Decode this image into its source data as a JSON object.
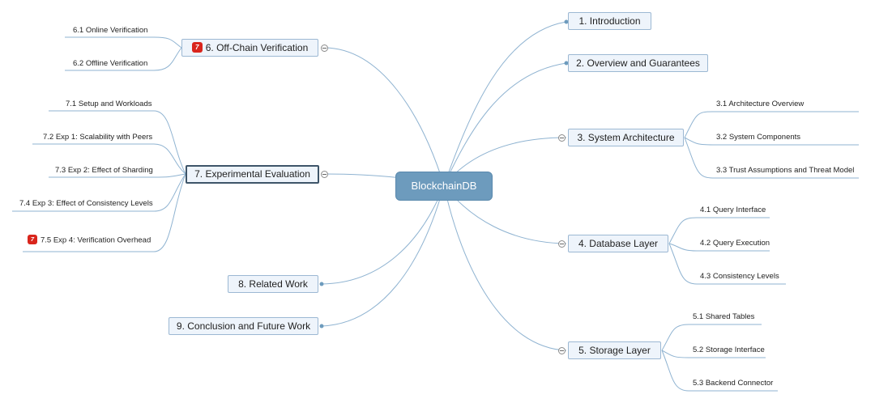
{
  "root": {
    "label": "BlockchainDB"
  },
  "badge_icon": {
    "glyph": "7",
    "color": "#d9251c"
  },
  "right": [
    {
      "label": "1. Introduction"
    },
    {
      "label": "2. Overview and Guarantees"
    },
    {
      "label": "3. System Architecture",
      "children": [
        "3.1 Architecture Overview",
        "3.2 System Components",
        "3.3 Trust Assumptions and Threat Model"
      ]
    },
    {
      "label": "4. Database Layer",
      "children": [
        "4.1 Query Interface",
        "4.2 Query Execution",
        "4.3 Consistency Levels"
      ]
    },
    {
      "label": "5. Storage Layer",
      "children": [
        "5.1 Shared Tables",
        "5.2 Storage Interface",
        "5.3 Backend Connector"
      ]
    }
  ],
  "left": [
    {
      "label": "6. Off-Chain Verification",
      "children": [
        "6.1 Online Verification",
        "6.2 Offline Verification"
      ]
    },
    {
      "label": "7. Experimental Evaluation",
      "children": [
        "7.1 Setup and Workloads",
        "7.2 Exp 1: Scalability with Peers",
        "7.3 Exp 2: Effect of Sharding",
        "7.4 Exp 3: Effect of Consistency Levels",
        "7.5 Exp 4: Verification Overhead"
      ]
    },
    {
      "label": "8. Related Work"
    },
    {
      "label": "9. Conclusion and Future Work"
    }
  ],
  "colors": {
    "line": "#8fb3d1",
    "root": "#6d9bbd",
    "node_bg": "#eef4fb",
    "node_border": "#9cb8d3",
    "selected_border": "#3e5569"
  }
}
